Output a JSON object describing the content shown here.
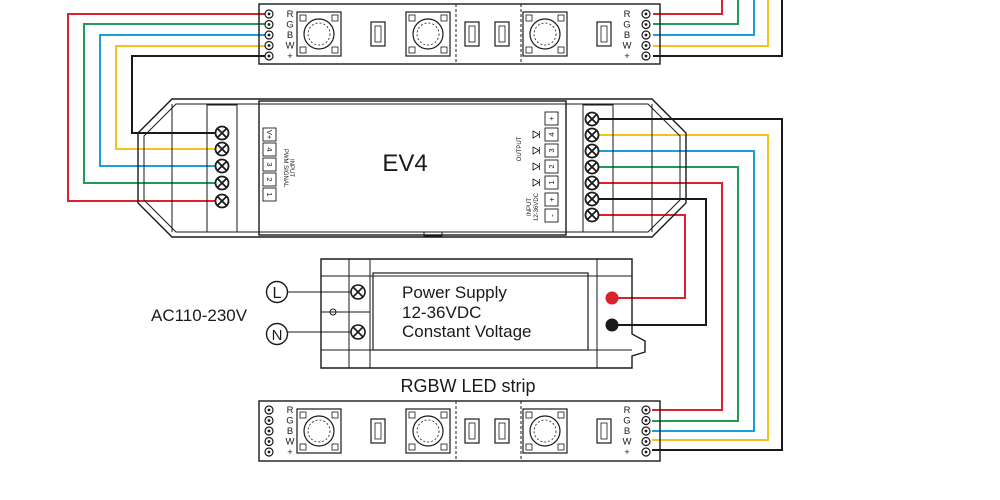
{
  "colors": {
    "red": "#d9232e",
    "green": "#1f9a57",
    "blue": "#1a9fd8",
    "yellow": "#f3c21b",
    "black": "#1a1a1a"
  },
  "controller": {
    "model": "EV4",
    "input_block_label": "INPUT",
    "input_block_sublabel": "PWM SIGNAL",
    "input_terminals": [
      "V+",
      "4",
      "3",
      "2",
      "1"
    ],
    "output_block_label": "OUTPUT",
    "output_terminals": [
      "+",
      "4",
      "3",
      "2",
      "1"
    ],
    "power_block_label": "INPUT",
    "power_block_sublabel": "12-36VDC",
    "power_terminals": [
      "+",
      "-"
    ]
  },
  "led_strip_pins": [
    "R",
    "G",
    "B",
    "W",
    "+"
  ],
  "power_supply": {
    "line1": "Power Supply",
    "line2": "12-36VDC",
    "line3": "Constant Voltage",
    "ac_label": "AC110-230V",
    "live_label": "L",
    "neutral_label": "N"
  },
  "bottom_strip_label": "RGBW LED strip"
}
